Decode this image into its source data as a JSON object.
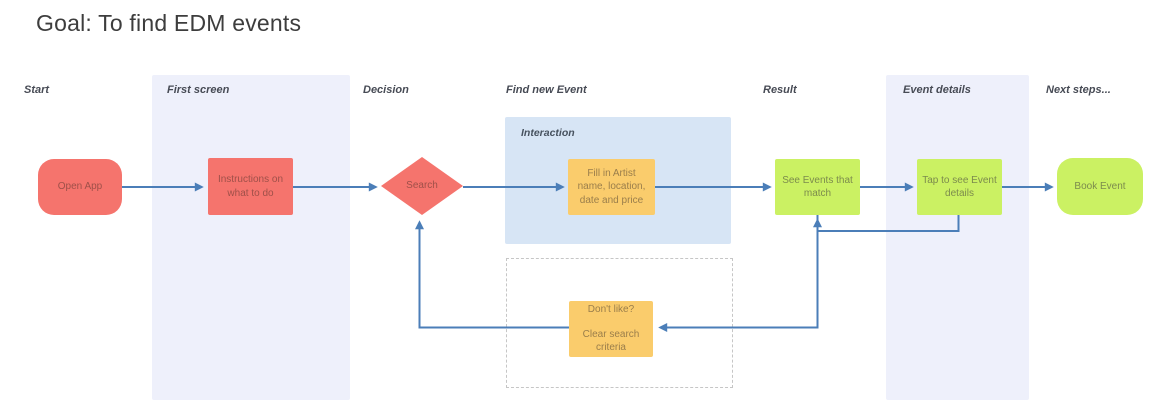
{
  "title": "Goal: To find EDM events",
  "lanes": [
    {
      "label": "Start"
    },
    {
      "label": "First screen"
    },
    {
      "label": "Decision"
    },
    {
      "label": "Find new Event"
    },
    {
      "label": "Result"
    },
    {
      "label": "Event details"
    },
    {
      "label": "Next steps..."
    }
  ],
  "interaction_container": {
    "label": "Interaction"
  },
  "nodes": {
    "open_app": "Open App",
    "instructions": "Instructions on what to do",
    "search": "Search",
    "fill_in": "Fill in Artist name, location, date and price",
    "see_events": "See Events that match",
    "tap_details": "Tap to see Event details",
    "book_event": "Book Event",
    "dont_like_line1": "Don't like?",
    "dont_like_line2": "Clear search criteria"
  },
  "colors": {
    "accent_blue": "#4B7EB8",
    "red": "#F5746D",
    "red_text": "#9F5049",
    "orange": "#FACC6C",
    "orange_text": "#9A7E4B",
    "green": "#CBF163",
    "green_text": "#7C8B4D",
    "band": "#EEF0FB",
    "interaction_bg": "#D7E5F5",
    "title_color": "#3D3D3D"
  }
}
